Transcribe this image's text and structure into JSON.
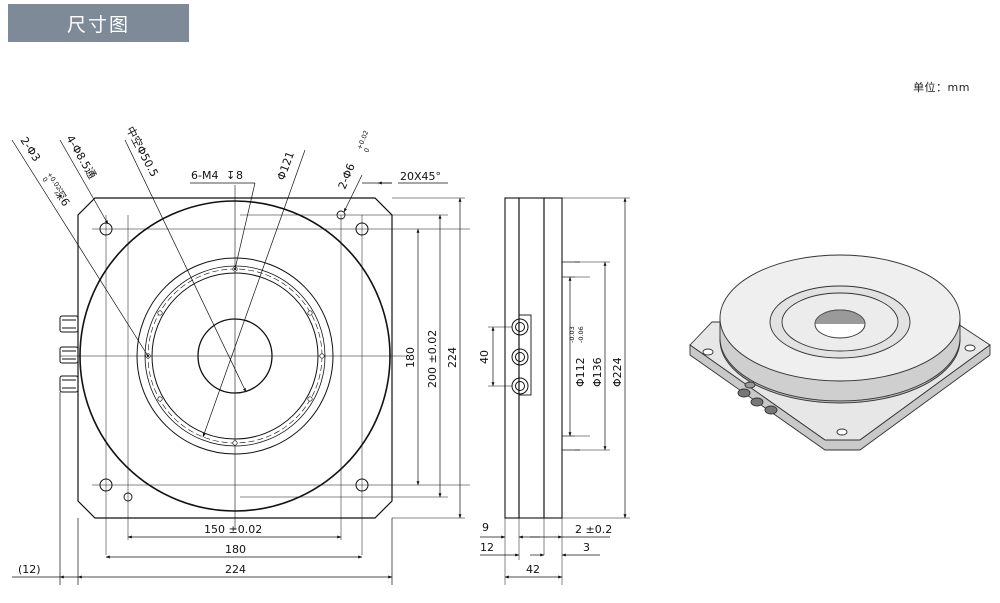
{
  "header": {
    "title": "尺寸图"
  },
  "unit": "单位：mm",
  "front_view": {
    "callouts": {
      "hole_2x3": "2-Φ3",
      "hole_2x3_tol_upper": "+0.02",
      "hole_2x3_tol_lower": "0",
      "hole_2x3_depth": "深6",
      "hole_4x85": "4-Φ8.5通",
      "center_hole": "中空Φ50.5",
      "tapped": "6-M4",
      "tapped_depth_symbol": "↧",
      "tapped_depth": "8",
      "pcd": "Φ121",
      "hole_2x6": "2-Φ6",
      "hole_2x6_tol_upper": "+0.02",
      "hole_2x6_tol_lower": "0",
      "chamfer": "20X45°"
    },
    "dims": {
      "h150": "150 ±0.02",
      "h180": "180",
      "h224": "224",
      "h12": "(12)",
      "v180": "180",
      "v200": "200 ±0.02",
      "v224": "224"
    }
  },
  "side_view": {
    "dims": {
      "v40": "40",
      "d112": "Φ112",
      "d112_tol_upper": "-0.03",
      "d112_tol_lower": "-0.06",
      "d136": "Φ136",
      "d224": "Φ224",
      "h9": "9",
      "h12": "12",
      "h42": "42",
      "h2": "2 ±0.2",
      "h3": "3"
    }
  }
}
